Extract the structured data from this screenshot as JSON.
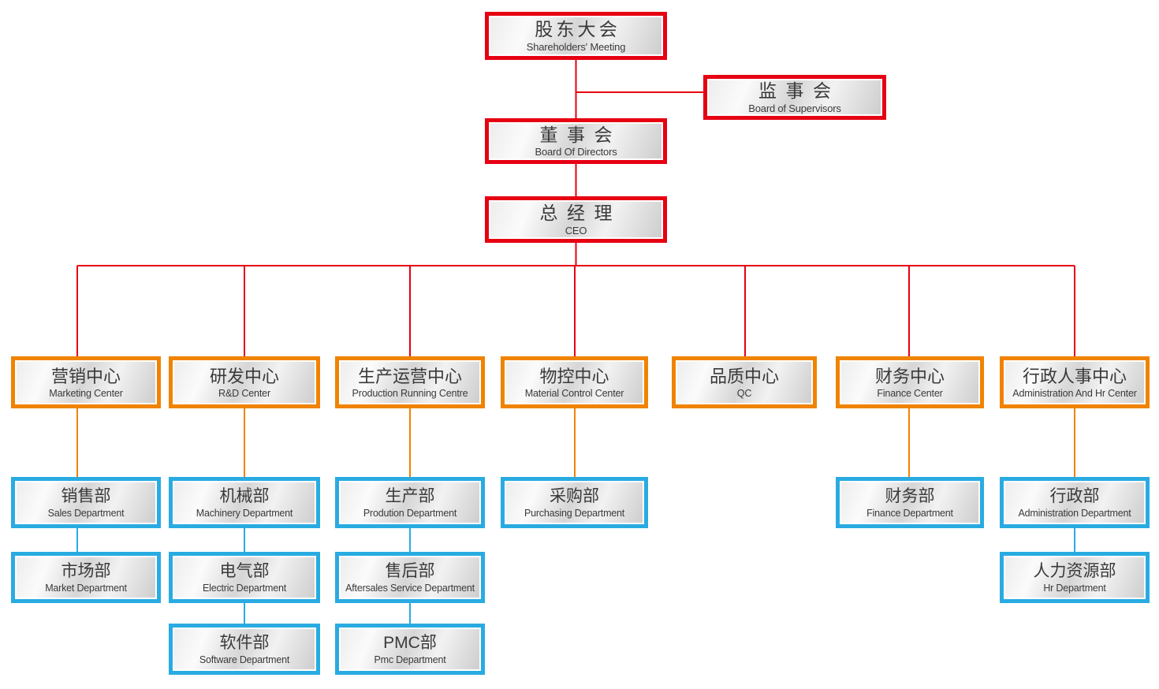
{
  "palette": {
    "level1_border": "#e60012",
    "level2_border": "#f08300",
    "level3_border": "#29abe2",
    "box_fill": "#e3e3e3",
    "text": "#3a3a3a"
  },
  "nodes": {
    "shareholders": {
      "zh": "股东大会",
      "en": "Shareholders' Meeting"
    },
    "supervisors": {
      "zh": "监事会",
      "en": "Board of Supervisors"
    },
    "directors": {
      "zh": "董事会",
      "en": "Board Of Directors"
    },
    "ceo": {
      "zh": "总经理",
      "en": "CEO"
    },
    "marketing_center": {
      "zh": "营销中心",
      "en": "Marketing Center"
    },
    "rd_center": {
      "zh": "研发中心",
      "en": "R&D Center"
    },
    "production_running_centre": {
      "zh": "生产运营中心",
      "en": "Production Running Centre"
    },
    "material_control_center": {
      "zh": "物控中心",
      "en": "Material Control Center"
    },
    "qc_center": {
      "zh": "品质中心",
      "en": "QC"
    },
    "finance_center": {
      "zh": "财务中心",
      "en": "Finance Center"
    },
    "admin_hr_center": {
      "zh": "行政人事中心",
      "en": "Administration And Hr Center"
    },
    "sales_dept": {
      "zh": "销售部",
      "en": "Sales Department"
    },
    "machinery_dept": {
      "zh": "机械部",
      "en": "Machinery Department"
    },
    "prodution_dept": {
      "zh": "生产部",
      "en": "Prodution Department"
    },
    "purchasing_dept": {
      "zh": "采购部",
      "en": "Purchasing Department"
    },
    "finance_dept": {
      "zh": "财务部",
      "en": "Finance Department"
    },
    "admin_dept": {
      "zh": "行政部",
      "en": "Administration Department"
    },
    "market_dept": {
      "zh": "市场部",
      "en": "Market Department"
    },
    "electric_dept": {
      "zh": "电气部",
      "en": "Electric Department"
    },
    "aftersales_dept": {
      "zh": "售后部",
      "en": "Aftersales Service Department"
    },
    "hr_dept": {
      "zh": "人力资源部",
      "en": "Hr Department"
    },
    "software_dept": {
      "zh": "软件部",
      "en": "Software Department"
    },
    "pmc_dept": {
      "zh": "PMC部",
      "en": "Pmc Department"
    }
  },
  "edges": [
    {
      "from": "shareholders",
      "to": "directors",
      "color": "#e60012"
    },
    {
      "from": "shareholders",
      "to": "supervisors",
      "color": "#e60012"
    },
    {
      "from": "directors",
      "to": "ceo",
      "color": "#e60012"
    },
    {
      "from": "ceo",
      "to": "marketing_center",
      "color": "#e60012"
    },
    {
      "from": "ceo",
      "to": "rd_center",
      "color": "#e60012"
    },
    {
      "from": "ceo",
      "to": "production_running_centre",
      "color": "#e60012"
    },
    {
      "from": "ceo",
      "to": "material_control_center",
      "color": "#e60012"
    },
    {
      "from": "ceo",
      "to": "qc_center",
      "color": "#e60012"
    },
    {
      "from": "ceo",
      "to": "finance_center",
      "color": "#e60012"
    },
    {
      "from": "ceo",
      "to": "admin_hr_center",
      "color": "#e60012"
    },
    {
      "from": "marketing_center",
      "to": "sales_dept",
      "color": "#f08300"
    },
    {
      "from": "rd_center",
      "to": "machinery_dept",
      "color": "#f08300"
    },
    {
      "from": "production_running_centre",
      "to": "prodution_dept",
      "color": "#f08300"
    },
    {
      "from": "material_control_center",
      "to": "purchasing_dept",
      "color": "#f08300"
    },
    {
      "from": "finance_center",
      "to": "finance_dept",
      "color": "#f08300"
    },
    {
      "from": "admin_hr_center",
      "to": "admin_dept",
      "color": "#f08300"
    },
    {
      "from": "sales_dept",
      "to": "market_dept",
      "color": "#29abe2"
    },
    {
      "from": "machinery_dept",
      "to": "electric_dept",
      "color": "#29abe2"
    },
    {
      "from": "prodution_dept",
      "to": "aftersales_dept",
      "color": "#29abe2"
    },
    {
      "from": "admin_dept",
      "to": "hr_dept",
      "color": "#29abe2"
    },
    {
      "from": "electric_dept",
      "to": "software_dept",
      "color": "#29abe2"
    },
    {
      "from": "aftersales_dept",
      "to": "pmc_dept",
      "color": "#29abe2"
    }
  ]
}
